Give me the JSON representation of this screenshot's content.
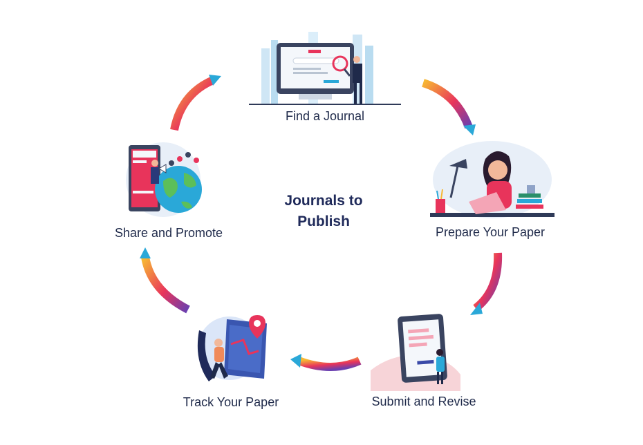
{
  "title": {
    "line1": "Journals to",
    "line2": "Publish"
  },
  "steps": [
    {
      "label": "Find a Journal",
      "icon": "journal-search-icon"
    },
    {
      "label": "Prepare Your Paper",
      "icon": "writing-paper-icon"
    },
    {
      "label": "Submit and Revise",
      "icon": "tablet-submit-icon"
    },
    {
      "label": "Track Your Paper",
      "icon": "map-tracking-icon"
    },
    {
      "label": "Share and Promote",
      "icon": "globe-share-icon"
    }
  ],
  "colors": {
    "text": "#1f2a4a",
    "arrow_start": "#f7b733",
    "arrow_mid": "#e8345b",
    "arrow_end": "#2aa8d8",
    "accent_blue": "#2aa8d8",
    "accent_red": "#e8345b"
  }
}
